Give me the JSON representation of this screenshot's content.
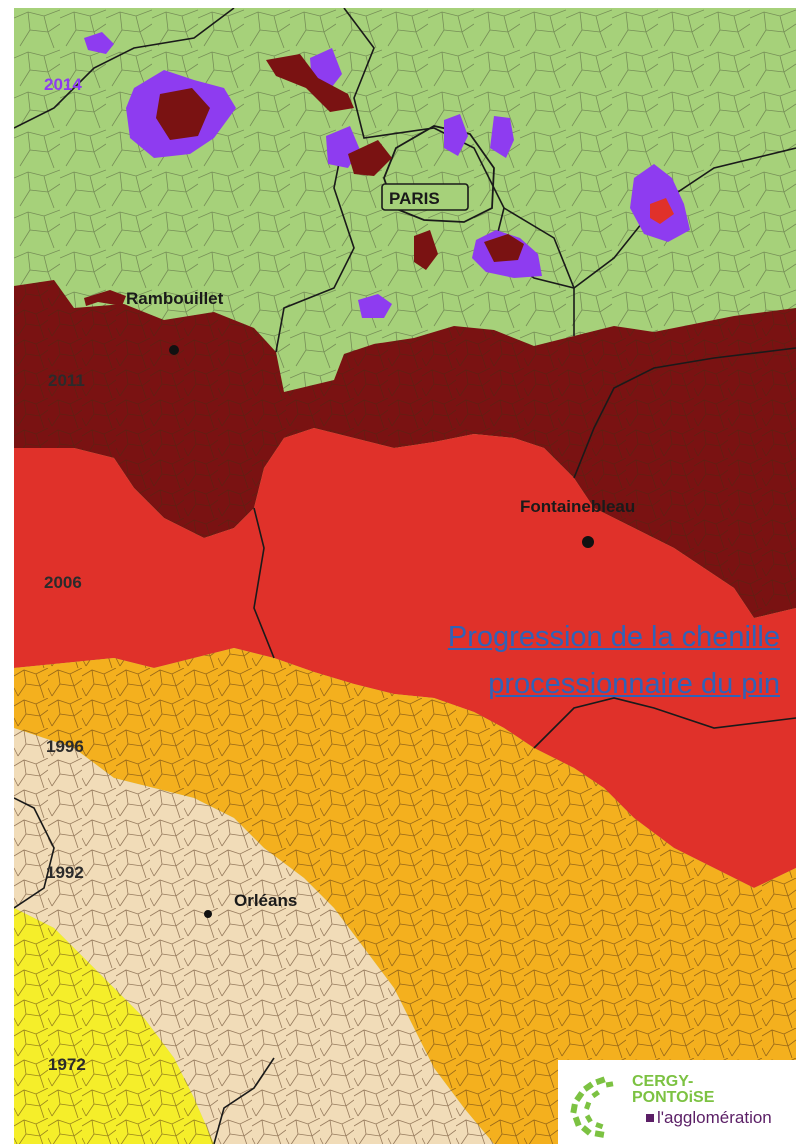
{
  "map": {
    "zones": [
      {
        "year": "2014",
        "color": "#a6d17a"
      },
      {
        "year": "2011",
        "color": "#7a1212"
      },
      {
        "year": "2006",
        "color": "#e0312a"
      },
      {
        "year": "1996",
        "color": "#f4b01e"
      },
      {
        "year": "1992",
        "color": "#f1dcb8"
      },
      {
        "year": "1972",
        "color": "#f5ee2a"
      }
    ],
    "highlight_color": "#8e3cf0",
    "cities": [
      "PARIS",
      "Rambouillet",
      "Fontainebleau",
      "Orléans"
    ]
  },
  "caption": {
    "line1": "Progression de la chenille",
    "line2": "processionnaire du pin",
    "color": "#2f63b8"
  },
  "logo": {
    "brand_line1": "CERGY-",
    "brand_line2": "PONTOiSE",
    "tagline": "l'agglomération",
    "green": "#7cc242",
    "purple": "#5b1f66"
  }
}
